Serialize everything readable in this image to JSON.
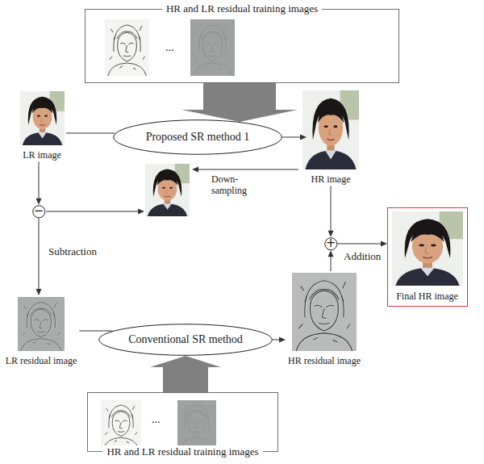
{
  "diagram": {
    "nodes": [
      {
        "text": [
          "HR and LR residual training images",
          "..."
        ]
      },
      {
        "text": [
          "LR image"
        ]
      },
      {
        "text": [
          "Proposed SR method 1"
        ]
      },
      {
        "text": [
          "HR image"
        ]
      },
      {
        "text": [
          "−"
        ]
      },
      {
        "text": [
          "+"
        ]
      },
      {
        "text": [
          "Final HR image"
        ]
      },
      {
        "text": [
          "LR residual image"
        ]
      },
      {
        "text": [
          "Conventional SR method"
        ]
      },
      {
        "text": [
          "HR residual image"
        ]
      },
      {
        "text": [
          "...",
          "HR and LR residual training images"
        ]
      }
    ],
    "edges": [
      {
        "from": 0,
        "to": 2,
        "arrow": "to"
      },
      {
        "from": 1,
        "to": 2,
        "arrow": "none"
      },
      {
        "from": 2,
        "to": 3,
        "arrow": "to"
      },
      {
        "from": 1,
        "to": 4,
        "arrow": "to"
      },
      {
        "from": 4,
        "to": 7,
        "label": "Subtraction",
        "arrow": "to"
      },
      {
        "from": 7,
        "to": 8,
        "arrow": "none"
      },
      {
        "from": 8,
        "to": 9,
        "arrow": "to"
      },
      {
        "from": 9,
        "to": 5,
        "arrow": "to"
      },
      {
        "from": 3,
        "to": 5,
        "arrow": "to"
      },
      {
        "from": 5,
        "to": 6,
        "label": "Addition",
        "arrow": "to"
      },
      {
        "from": 10,
        "to": 8,
        "arrow": "to"
      }
    ],
    "labels": [
      "Down-sampling"
    ]
  }
}
